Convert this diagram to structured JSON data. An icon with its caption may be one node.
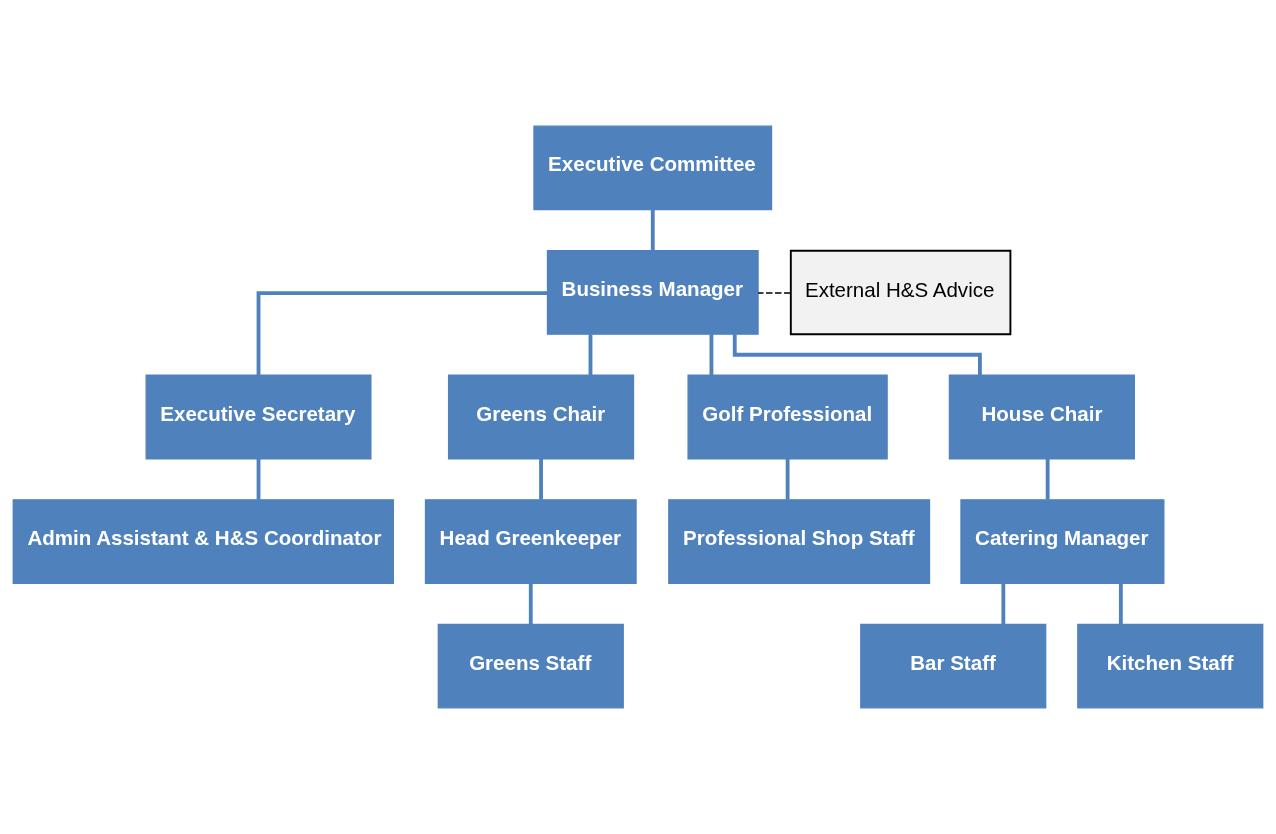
{
  "diagram": {
    "nodes": [
      {
        "text": [
          "Executive Committee"
        ]
      },
      {
        "text": [
          "Business Manager"
        ]
      },
      {
        "text": [
          "External H&S Advice"
        ]
      },
      {
        "text": [
          "Executive Secretary"
        ]
      },
      {
        "text": [
          "Greens Chair"
        ]
      },
      {
        "text": [
          "Golf Professional"
        ]
      },
      {
        "text": [
          "House Chair"
        ]
      },
      {
        "text": [
          "Admin Assistant & H&S Coordinator"
        ]
      },
      {
        "text": [
          "Head Greenkeeper"
        ]
      },
      {
        "text": [
          "Professional Shop Staff"
        ]
      },
      {
        "text": [
          "Catering Manager"
        ]
      },
      {
        "text": [
          "Greens Staff"
        ]
      },
      {
        "text": [
          "Bar Staff"
        ]
      },
      {
        "text": [
          "Kitchen Staff"
        ]
      }
    ],
    "edges": [
      {
        "from": 0,
        "to": 1,
        "arrow": "none"
      },
      {
        "from": 2,
        "to": 1,
        "arrow": "none",
        "style": "dashed",
        "color": "#000000"
      },
      {
        "from": 1,
        "to": 3,
        "arrow": "none"
      },
      {
        "from": 1,
        "to": 4,
        "arrow": "none"
      },
      {
        "from": 1,
        "to": 5,
        "arrow": "none"
      },
      {
        "from": 1,
        "to": 6,
        "arrow": "none"
      },
      {
        "from": 3,
        "to": 7,
        "arrow": "none"
      },
      {
        "from": 4,
        "to": 8,
        "arrow": "none"
      },
      {
        "from": 5,
        "to": 9,
        "arrow": "none"
      },
      {
        "from": 6,
        "to": 10,
        "arrow": "none"
      },
      {
        "from": 8,
        "to": 11,
        "arrow": "none"
      },
      {
        "from": 10,
        "to": 12,
        "arrow": "none"
      },
      {
        "from": 10,
        "to": 13,
        "arrow": "none"
      }
    ]
  }
}
